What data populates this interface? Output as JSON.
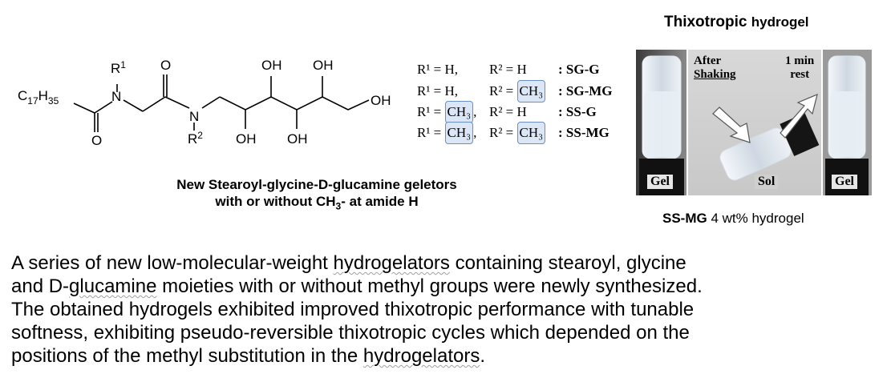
{
  "structure": {
    "atoms": {
      "chain": "C",
      "chain_sub1": "17",
      "chain_h": "H",
      "chain_sub2": "35",
      "n1": "N",
      "r1": "R",
      "r1_sup": "1",
      "o1": "O",
      "o2": "O",
      "n2": "N",
      "r2": "R",
      "r2_sup": "2",
      "oh_top1": "OH",
      "oh_top2": "OH",
      "oh_end": "OH",
      "oh_bot1": "OH",
      "oh_bot2": "OH"
    }
  },
  "substitutions": [
    {
      "r1": "R¹ = H,",
      "r1_box": "",
      "r2": "R² = H",
      "r2_box": "",
      "label": ": SG-G"
    },
    {
      "r1": "R¹ = H,",
      "r1_box": "",
      "r2": "R² = ",
      "r2_box": "CH₃",
      "label": ": SG-MG"
    },
    {
      "r1": "R¹ = ",
      "r1_box": "CH₃",
      "r2": "R² = H",
      "r2_box": "",
      "label": ": SS-G"
    },
    {
      "r1": "R¹ = ",
      "r1_box": "CH₃",
      "r2": "R² = ",
      "r2_box": "CH₃",
      "label": ": SS-MG"
    }
  ],
  "structure_caption": {
    "line1": "New Stearoyl-glycine-D-glucamine geletors",
    "line2_pre": "with or without CH",
    "line2_sub": "3",
    "line2_post": "- at amide H"
  },
  "photo_panel": {
    "title_a": "Thixotropic",
    "title_b": "hydrogel",
    "after_shaking_1": "After",
    "after_shaking_2": "Shaking",
    "rest_1": "1 min",
    "rest_2": "rest",
    "gel_left": "Gel",
    "sol": "Sol",
    "gel_right": "Gel",
    "caption_bold": "SS-MG",
    "caption_rest": " 4 wt% hydrogel"
  },
  "abstract": {
    "p1": "A series of new low-molecular-weight ",
    "w1": "hydrogelators",
    "p2": " containing stearoyl, glycine",
    "p3": "and D-",
    "w2": "glucamine",
    "p4": " moieties with or without methyl groups were newly synthesized.",
    "p5": "The obtained hydrogels exhibited improved thixotropic performance with tunable",
    "p6": "softness, exhibiting pseudo-reversible thixotropic cycles which depended on the",
    "p7": "positions of the methyl substitution in the ",
    "w3": "hydrogelators",
    "p8": "."
  },
  "colors": {
    "box_border": "#6a8fc3",
    "box_fill": "#dbe7f6",
    "photo_dark": "#1a1a1a"
  }
}
